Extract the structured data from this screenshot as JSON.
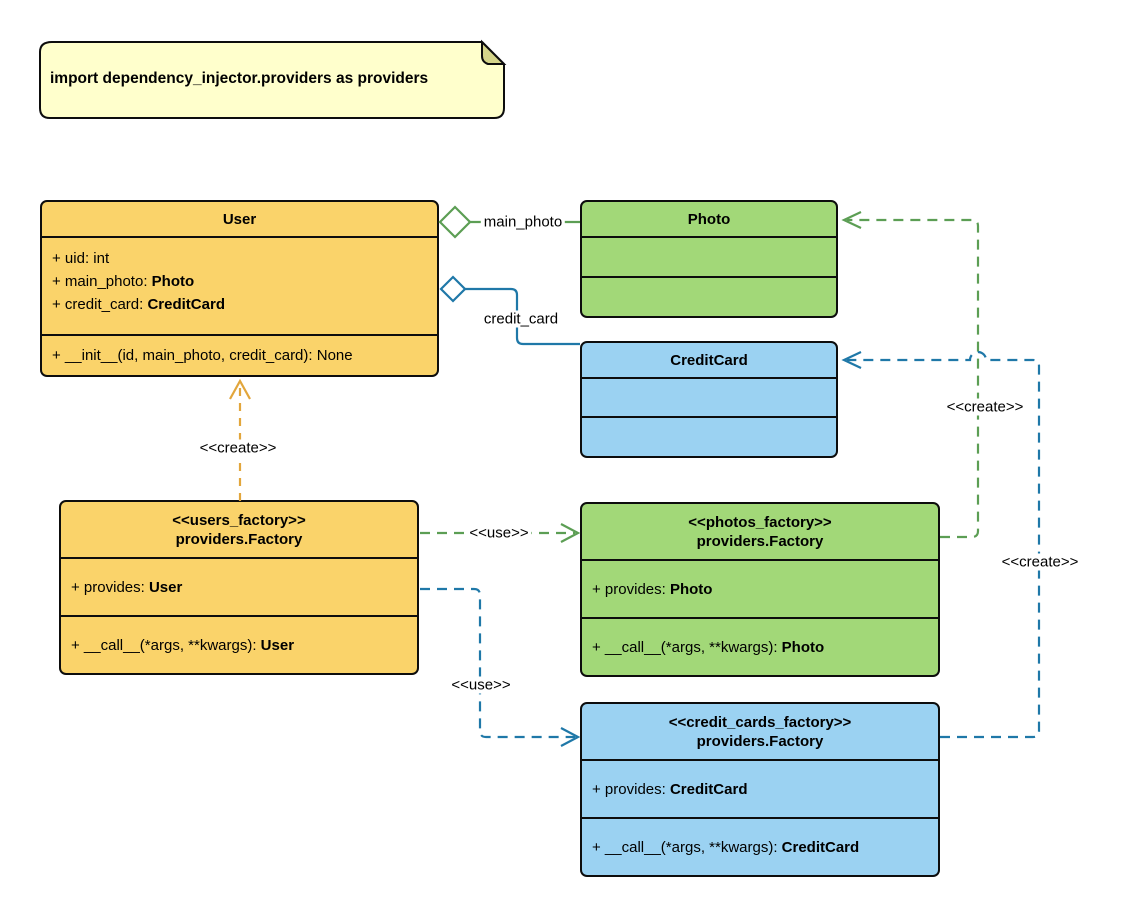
{
  "colors": {
    "yellow_fill": "#FAD36A",
    "green_fill": "#A2D878",
    "blue_fill": "#9BD2F2",
    "note_fill": "#FFFFCC",
    "note_fold": "#D5D58A",
    "yellow_line": "#E2A63C",
    "green_line": "#5C9E54",
    "blue_line": "#1F78A8"
  },
  "note": {
    "text": "import dependency_injector.providers as providers"
  },
  "classes": {
    "user": {
      "title": "User",
      "attr_uid": "+ uid: int",
      "attr_main_photo_label": "+ main_photo: ",
      "attr_main_photo_type": "Photo",
      "attr_credit_card_label": "+ credit_card: ",
      "attr_credit_card_type": "CreditCard",
      "method_init": "+ __init__(id, main_photo, credit_card): None"
    },
    "photo": {
      "title": "Photo"
    },
    "credit_card": {
      "title": "CreditCard"
    },
    "users_factory": {
      "stereotype": "<<users_factory>>",
      "name": "providers.Factory",
      "provides_label": "+ provides: ",
      "provides_type": "User",
      "call_label": "+ __call__(*args, **kwargs): ",
      "call_type": "User"
    },
    "photos_factory": {
      "stereotype": "<<photos_factory>>",
      "name": "providers.Factory",
      "provides_label": "+ provides: ",
      "provides_type": "Photo",
      "call_label": "+ __call__(*args, **kwargs): ",
      "call_type": "Photo"
    },
    "credit_cards_factory": {
      "stereotype": "<<credit_cards_factory>>",
      "name": "providers.Factory",
      "provides_label": "+ provides: ",
      "provides_type": "CreditCard",
      "call_label": "+ __call__(*args, **kwargs): ",
      "call_type": "CreditCard"
    }
  },
  "edge_labels": {
    "main_photo": "main_photo",
    "credit_card": "credit_card",
    "create_user": "<<create>>",
    "create_photo": "<<create>>",
    "create_credit_card": "<<create>>",
    "use_photos": "<<use>>",
    "use_credit_cards": "<<use>>"
  }
}
